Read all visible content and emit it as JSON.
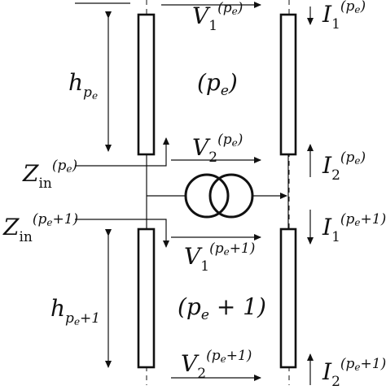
{
  "labels": {
    "V1_pe": {
      "base": "V",
      "sub": "1",
      "sup": "(p",
      "supsub": "e",
      "supend": ")"
    },
    "V2_pe": {
      "base": "V",
      "sub": "2",
      "sup": "(p",
      "supsub": "e",
      "supend": ")"
    },
    "V1_pe1": {
      "base": "V",
      "sub": "1",
      "sup": "(p",
      "supsub": "e",
      "supend": "+1)"
    },
    "V2_pe1": {
      "base": "V",
      "sub": "2",
      "sup": "(p",
      "supsub": "e",
      "supend": "+1)"
    },
    "I1_pe": {
      "base": "I",
      "sub": "1",
      "sup": "(p",
      "supsub": "e",
      "supend": ")"
    },
    "I2_pe": {
      "base": "I",
      "sub": "2",
      "sup": "(p",
      "supsub": "e",
      "supend": ")"
    },
    "I1_pe1": {
      "base": "I",
      "sub": "1",
      "sup": "(p",
      "supsub": "e",
      "supend": "+1)"
    },
    "I2_pe1": {
      "base": "I",
      "sub": "2",
      "sup": "(p",
      "supsub": "e",
      "supend": "+1)"
    },
    "Zin_pe": {
      "base": "Z",
      "sub": "in",
      "sup": "(p",
      "supsub": "e",
      "supend": ")"
    },
    "Zin_pe1": {
      "base": "Z",
      "sub": "in",
      "sup": "(p",
      "supsub": "e",
      "supend": "+1)"
    },
    "h_pe": {
      "base": "h",
      "sub": "p",
      "subsub": "e",
      "subend": ""
    },
    "h_pe1": {
      "base": "h",
      "sub": "p",
      "subsub": "e",
      "subend": "+1"
    },
    "cell_pe": {
      "text": "(p",
      "sub": "e",
      "end": ")"
    },
    "cell_pe1": {
      "text": "(p",
      "sub": "e",
      "end": " + 1)"
    }
  }
}
